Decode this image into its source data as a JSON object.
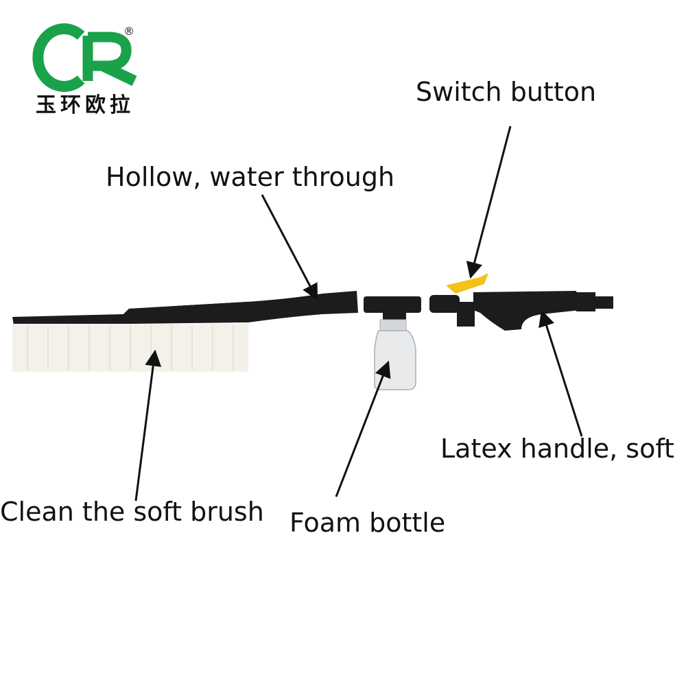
{
  "logo": {
    "letters": "CR",
    "mark": "®",
    "chinese": "玉环欧拉",
    "color": "#1aa24a"
  },
  "labels": {
    "switch_button": "Switch button",
    "hollow": "Hollow, water through",
    "latex_handle": "Latex handle, soft",
    "soft_brush": "Clean the soft brush",
    "foam_bottle": "Foam bottle"
  },
  "colors": {
    "body": "#1c1c1c",
    "bristles": "#f4f1ea",
    "trigger": "#f2c21a",
    "bottle": "#e8eaec",
    "text": "#111111"
  }
}
